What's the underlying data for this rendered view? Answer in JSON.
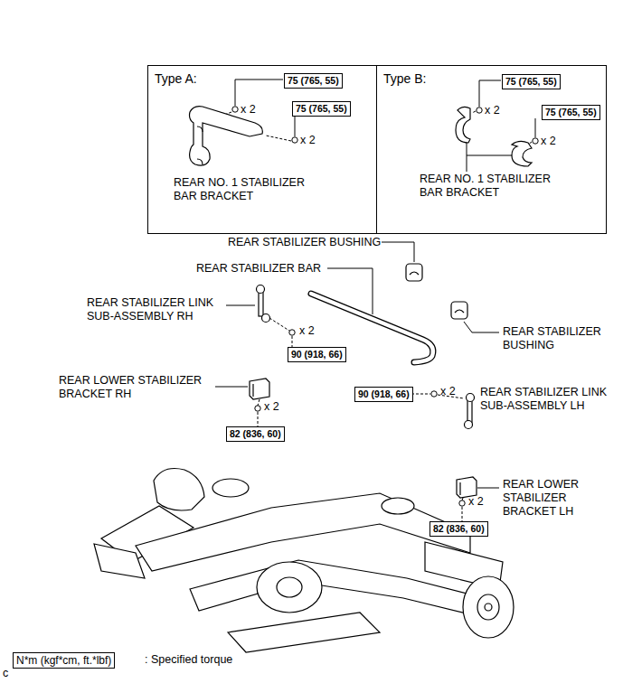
{
  "diagram": {
    "nodes": [
      {
        "text": [
          "Type A:"
        ]
      },
      {
        "text": [
          "Type B:"
        ]
      },
      {
        "text": [
          "75 (765, 55)"
        ],
        "in": 0
      },
      {
        "text": [
          "75 (765, 55)"
        ],
        "in": 0
      },
      {
        "text": [
          "75 (765, 55)"
        ],
        "in": 1
      },
      {
        "text": [
          "75 (765, 55)"
        ],
        "in": 1
      },
      {
        "text": [
          "90 (918, 66)"
        ]
      },
      {
        "text": [
          "82 (836, 60)"
        ]
      },
      {
        "text": [
          "90 (918, 66)"
        ]
      },
      {
        "text": [
          "82 (836, 60)"
        ]
      },
      {
        "text": [
          "N*m (kgf*cm, ft.*lbf)"
        ]
      }
    ],
    "labels": [
      "x 2",
      "x 2",
      "REAR NO. 1 STABILIZER BAR BRACKET",
      "x 2",
      "x 2",
      "REAR NO. 1 STABILIZER BAR BRACKET",
      "REAR STABILIZER BUSHING",
      "REAR STABILIZER BAR",
      "REAR STABILIZER LINK SUB-ASSEMBLY RH",
      "x 2",
      "REAR STABILIZER BUSHING",
      "REAR LOWER STABILIZER BRACKET RH",
      "x 2",
      "REAR STABILIZER LINK SUB-ASSEMBLY LH",
      "x 2",
      "REAR LOWER STABILIZER BRACKET LH",
      "x 2",
      ": Specified torque",
      "c"
    ]
  }
}
